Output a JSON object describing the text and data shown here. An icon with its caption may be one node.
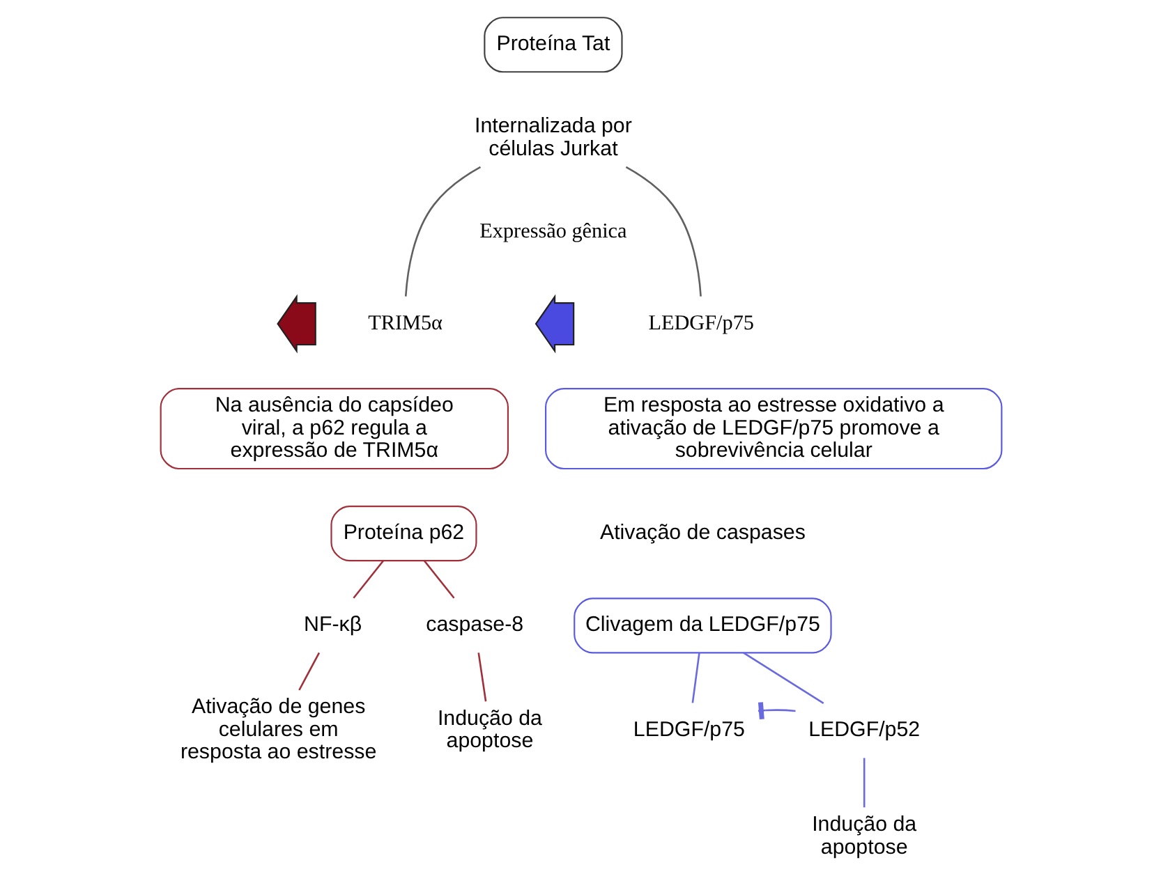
{
  "diagram": {
    "nodes": [
      {
        "text": [
          "Proteína Tat"
        ]
      },
      {
        "text": [
          "Internalizada por células Jurkat"
        ]
      },
      {
        "text": [
          "Expressão gênica"
        ]
      },
      {
        "text": [],
        "shape": "arrow"
      },
      {
        "text": [
          "TRIM5α"
        ]
      },
      {
        "text": [],
        "shape": "arrow"
      },
      {
        "text": [
          "LEDGF/p75"
        ]
      },
      {
        "text": [
          "Na ausência do capsídeo viral, a p62 regula a expressão de TRIM5α"
        ]
      },
      {
        "text": [
          "Em resposta ao estresse oxidativo a ativação de LEDGF/p75 promove a sobrevivência celular"
        ]
      },
      {
        "text": [
          "Proteína p62"
        ]
      },
      {
        "text": [
          "NF-κβ"
        ]
      },
      {
        "text": [
          "caspase-8"
        ]
      },
      {
        "text": [
          "Ativação de genes celulares em resposta ao estresse"
        ]
      },
      {
        "text": [
          "Indução da apoptose"
        ]
      },
      {
        "text": [
          "Ativação de caspases"
        ]
      },
      {
        "text": [
          "Clivagem da LEDGF/p75"
        ]
      },
      {
        "text": [
          "LEDGF/p75"
        ]
      },
      {
        "text": [
          "LEDGF/p52"
        ]
      },
      {
        "text": [
          "Indução da apoptose"
        ]
      }
    ],
    "edges": [
      {
        "from": 1,
        "to": 4,
        "arrow": "none",
        "color": "#606060"
      },
      {
        "from": 1,
        "to": 6,
        "arrow": "none",
        "color": "#606060"
      },
      {
        "from": 9,
        "to": 10,
        "arrow": "none",
        "color": "#a0303a"
      },
      {
        "from": 9,
        "to": 11,
        "arrow": "none",
        "color": "#a0303a"
      },
      {
        "from": 10,
        "to": 12,
        "arrow": "none",
        "color": "#a0303a"
      },
      {
        "from": 11,
        "to": 13,
        "arrow": "none",
        "color": "#a0303a"
      },
      {
        "from": 15,
        "to": 16,
        "arrow": "none",
        "color": "#6a6ae0"
      },
      {
        "from": 15,
        "to": 17,
        "arrow": "none",
        "color": "#6a6ae0"
      },
      {
        "from": 17,
        "to": 16,
        "arrow": "other",
        "color": "#6a6ae0"
      },
      {
        "from": 17,
        "to": 18,
        "arrow": "none",
        "color": "#6a6ae0"
      }
    ]
  }
}
